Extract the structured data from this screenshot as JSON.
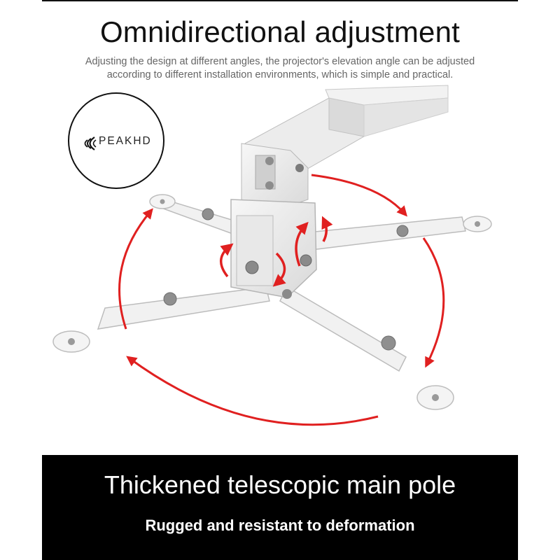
{
  "header": {
    "title": "Omnidirectional adjustment",
    "description": "Adjusting the design at different angles, the projector's elevation angle can be adjusted according to different installation environments, which is simple and practical."
  },
  "brand": {
    "name": "PEAKHD",
    "logo_icon": "peakhd-wave-icon"
  },
  "product": {
    "image": "projector-ceiling-mount",
    "arrow_color": "#e02020"
  },
  "banner": {
    "title": "Thickened telescopic main pole",
    "subtitle": "Rugged and resistant to deformation"
  }
}
